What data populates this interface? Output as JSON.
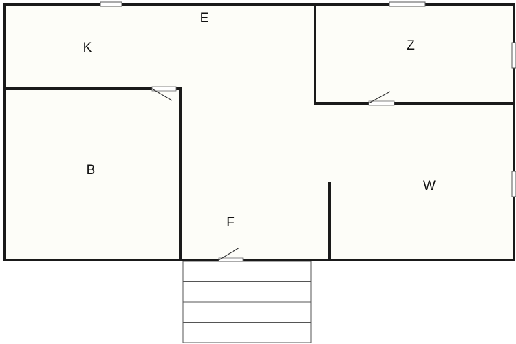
{
  "floor_plan": {
    "rooms": [
      {
        "id": "e",
        "label": "E"
      },
      {
        "id": "k",
        "label": "K"
      },
      {
        "id": "z",
        "label": "Z"
      },
      {
        "id": "b",
        "label": "B"
      },
      {
        "id": "w",
        "label": "W"
      },
      {
        "id": "f",
        "label": "F"
      }
    ],
    "stair_steps": 4
  }
}
